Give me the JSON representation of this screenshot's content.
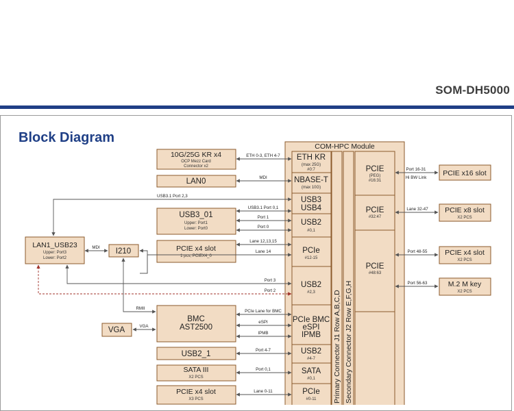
{
  "header": {
    "product": "SOM-DH5000",
    "section_title": "Block Diagram"
  },
  "module": {
    "title": "COM-HPC Module",
    "left_stack": [
      {
        "name": "ETH KR",
        "sub": "(max 25G)",
        "sub2": "#0:7"
      },
      {
        "name": "NBASE-T",
        "sub": "(max 10G)",
        "sub2": ""
      },
      {
        "name": "USB3",
        "sub": "USB4",
        "sub2": ""
      },
      {
        "name": "USB2",
        "sub": "#0,1",
        "sub2": ""
      },
      {
        "name": "PCIe",
        "sub": "#12-15",
        "sub2": ""
      },
      {
        "name": "USB2",
        "sub": "#2,3",
        "sub2": ""
      },
      {
        "name": "PCIe BMC",
        "sub": "eSPI",
        "sub2": "IPMB"
      },
      {
        "name": "USB2",
        "sub": "#4-7",
        "sub2": ""
      },
      {
        "name": "SATA",
        "sub": "#0,1",
        "sub2": ""
      },
      {
        "name": "PCIe",
        "sub": "#0-11",
        "sub2": ""
      }
    ],
    "connector1": "Primary Connector J1 Row A,B,C,D",
    "connector2": "Secondary Connector J2 Row E,F,G,H",
    "pcie_right": [
      {
        "name": "PCIE",
        "sub": "(PEG)",
        "sub2": "#16:31"
      },
      {
        "name": "PCIE",
        "sub": "#32:47",
        "sub2": ""
      },
      {
        "name": "PCIE",
        "sub": "#48:63",
        "sub2": ""
      }
    ]
  },
  "left_devices": {
    "ocp": {
      "name": "10G/25G KR x4",
      "sub": "OCP Mezz Card",
      "sub2": "Connector x2"
    },
    "lan0": {
      "name": "LAN0"
    },
    "usb3_01": {
      "name": "USB3_01",
      "sub": "Upper: Port1",
      "sub2": "Lower: Port0"
    },
    "pcie_slot1": {
      "name": "PCIE x4 slot",
      "sub": "1 pcs, PCIEX4_0"
    },
    "lan1": {
      "name": "LAN1_USB23",
      "sub": "Upper: Port3",
      "sub2": "Lower: Port2"
    },
    "i210": {
      "name": "I210"
    },
    "bmc": {
      "name": "BMC",
      "sub": "AST2500"
    },
    "vga": {
      "name": "VGA"
    },
    "usb2_1": {
      "name": "USB2_1"
    },
    "sata": {
      "name": "SATA III",
      "sub": "X2 PCS"
    },
    "pcie_slot2": {
      "name": "PCIE x4 slot",
      "sub": "X3 PCS"
    }
  },
  "right_devices": {
    "x16": {
      "name": "PCIE x16 slot"
    },
    "x8": {
      "name": "PCIE x8 slot",
      "sub": "X2 PCS"
    },
    "x4": {
      "name": "PCIE x4 slot",
      "sub": "X2 PCS"
    },
    "m2": {
      "name": "M.2 M key",
      "sub": "X2 PCS"
    }
  },
  "links": {
    "eth": "ETH 0-3, ETH 4-7",
    "mdi_lan0": "MDI",
    "usb31_23": "USB3.1 Port 2,3",
    "usb31_01": "USB3.1 Port 0,1",
    "port1": "Port 1",
    "port0": "Port 0",
    "lane12": "Lane 12,13,15",
    "lane14": "Lane 14",
    "mdi_i210": "MDI",
    "port3": "Port 3",
    "port2": "Port 2",
    "rmii": "RMII",
    "pcie_bmc": "PCIe Lane for BMC",
    "espi": "eSPI",
    "ipmb": "IPMB",
    "vga": "VGA",
    "port47": "Port 4-7",
    "port01": "Port 0,1",
    "lane011": "Lane 0-11",
    "port1631": "Port 16-31",
    "hibw": "Hi BW Link",
    "lane3247": "Lane 32-47",
    "port4855": "Port 48-55",
    "port5663": "Port 56-63"
  }
}
